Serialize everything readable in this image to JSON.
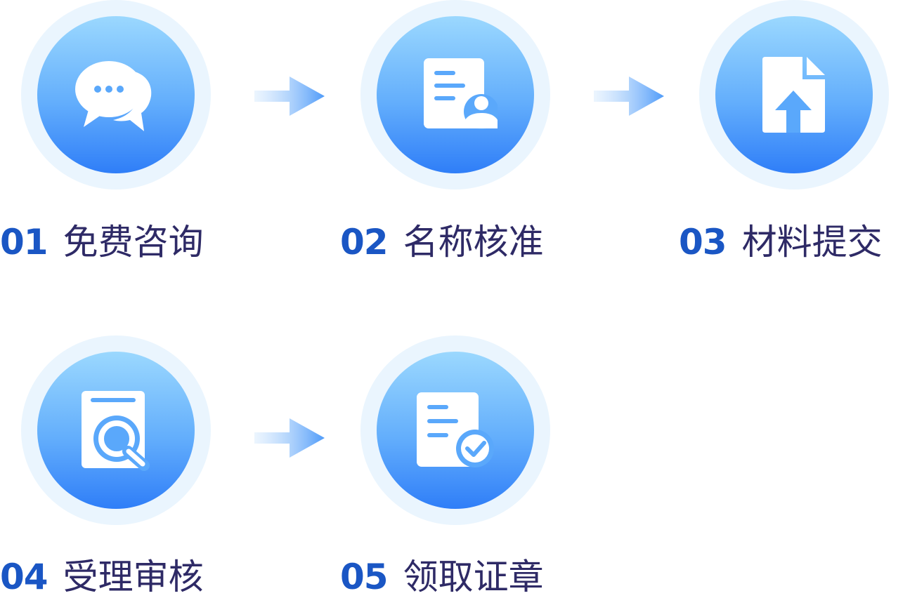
{
  "steps": [
    {
      "number": "01",
      "title": "免费咨询",
      "icon": "chat-bubbles-icon"
    },
    {
      "number": "02",
      "title": "名称核准",
      "icon": "document-person-icon"
    },
    {
      "number": "03",
      "title": "材料提交",
      "icon": "file-upload-icon"
    },
    {
      "number": "04",
      "title": "受理审核",
      "icon": "document-search-icon"
    },
    {
      "number": "05",
      "title": "领取证章",
      "icon": "document-check-icon"
    }
  ],
  "colors": {
    "number": "#1a56c4",
    "title": "#2e2a66",
    "halo": "#eaf5fe",
    "disc_top": "#9bd8fe",
    "disc_bottom": "#2f7ef8"
  }
}
